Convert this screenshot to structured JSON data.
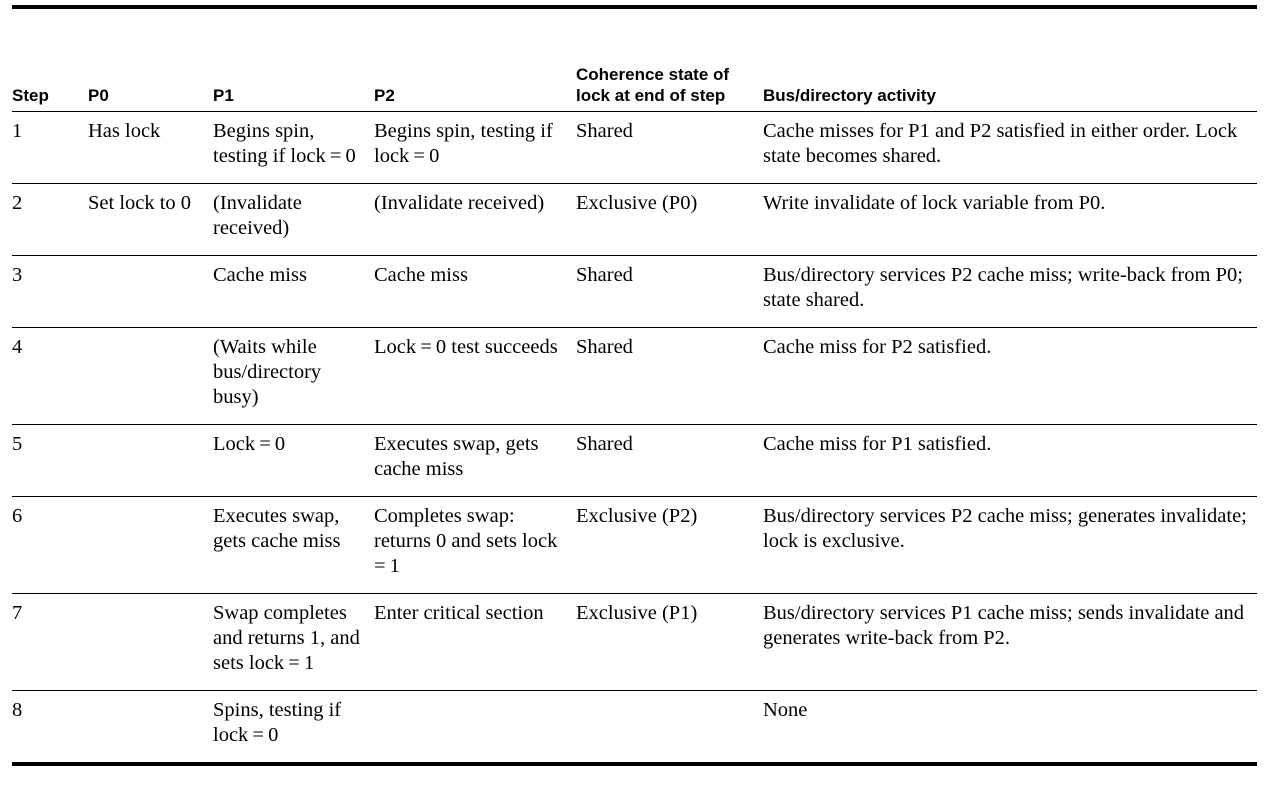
{
  "table": {
    "columns": [
      {
        "key": "step",
        "label": "Step"
      },
      {
        "key": "p0",
        "label": "P0"
      },
      {
        "key": "p1",
        "label": "P1"
      },
      {
        "key": "p2",
        "label": "P2"
      },
      {
        "key": "coherence",
        "label": "Coherence state of lock at end of step"
      },
      {
        "key": "bus",
        "label": "Bus/directory activity"
      }
    ],
    "rows": [
      {
        "step": "1",
        "p0": "Has lock",
        "p1": "Begins spin, testing if lock = 0",
        "p2": "Begins spin, testing if lock = 0",
        "coherence": "Shared",
        "bus": "Cache misses for P1 and P2 satisfied in either order. Lock state becomes shared."
      },
      {
        "step": "2",
        "p0": "Set lock to 0",
        "p1": "(Invalidate received)",
        "p2": "(Invalidate received)",
        "coherence": "Exclusive (P0)",
        "bus": "Write invalidate of lock variable from P0."
      },
      {
        "step": "3",
        "p0": "",
        "p1": "Cache miss",
        "p2": "Cache miss",
        "coherence": "Shared",
        "bus": "Bus/directory services P2 cache miss; write-back from P0; state shared."
      },
      {
        "step": "4",
        "p0": "",
        "p1": "(Waits while bus/directory busy)",
        "p2": "Lock = 0 test succeeds",
        "coherence": "Shared",
        "bus": "Cache miss for P2 satisfied."
      },
      {
        "step": "5",
        "p0": "",
        "p1": "Lock = 0",
        "p2": "Executes swap, gets cache miss",
        "coherence": "Shared",
        "bus": "Cache miss for P1 satisfied."
      },
      {
        "step": "6",
        "p0": "",
        "p1": "Executes swap, gets cache miss",
        "p2": "Completes swap: returns 0 and sets lock = 1",
        "coherence": "Exclusive (P2)",
        "bus": "Bus/directory services P2 cache miss; generates invalidate; lock is exclusive."
      },
      {
        "step": "7",
        "p0": "",
        "p1": "Swap completes and returns 1, and sets lock = 1",
        "p2": "Enter critical section",
        "coherence": "Exclusive (P1)",
        "bus": "Bus/directory services P1 cache miss; sends invalidate and generates write-back from P2."
      },
      {
        "step": "8",
        "p0": "",
        "p1": "Spins, testing if lock = 0",
        "p2": "",
        "coherence": "",
        "bus": "None"
      }
    ]
  },
  "style": {
    "rule_color": "#000000",
    "text_color": "#000000",
    "background": "#ffffff"
  }
}
